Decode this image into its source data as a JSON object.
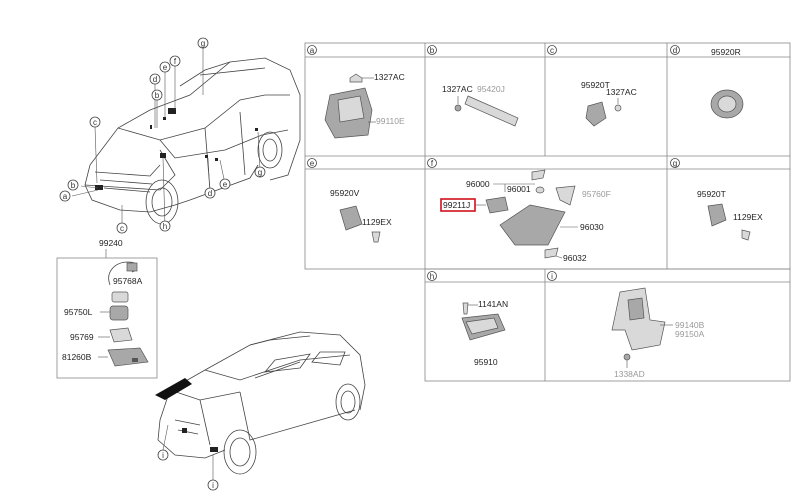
{
  "callouts": {
    "a": "a",
    "b": "b",
    "c": "c",
    "d": "d",
    "e": "e",
    "f": "f",
    "g": "g",
    "h": "h",
    "i": "i"
  },
  "left_box": {
    "title": "99240",
    "parts": [
      "95768A",
      "95750L",
      "95769",
      "81260B"
    ]
  },
  "cells": {
    "a": {
      "letter": "a",
      "parts": [
        "1327AC",
        "99110E"
      ]
    },
    "b": {
      "letter": "b",
      "parts": [
        "1327AC",
        "95420J"
      ]
    },
    "c": {
      "letter": "c",
      "parts": [
        "95920T",
        "1327AC"
      ]
    },
    "d": {
      "letter": "d",
      "parts": [
        "95920R"
      ]
    },
    "e": {
      "letter": "e",
      "parts": [
        "95920V",
        "1129EX"
      ]
    },
    "f": {
      "letter": "f",
      "parts": [
        "96000",
        "96001",
        "95760F",
        "99211J",
        "96030",
        "96032"
      ]
    },
    "g": {
      "letter": "g",
      "parts": [
        "95920T",
        "1129EX"
      ]
    },
    "h": {
      "letter": "h",
      "parts": [
        "1141AN",
        "95910"
      ]
    },
    "i": {
      "letter": "i",
      "parts": [
        "99140B",
        "99150A",
        "1338AD"
      ]
    }
  },
  "colors": {
    "highlight": "#d0101a",
    "greyed_label": "#9a9a9a"
  }
}
